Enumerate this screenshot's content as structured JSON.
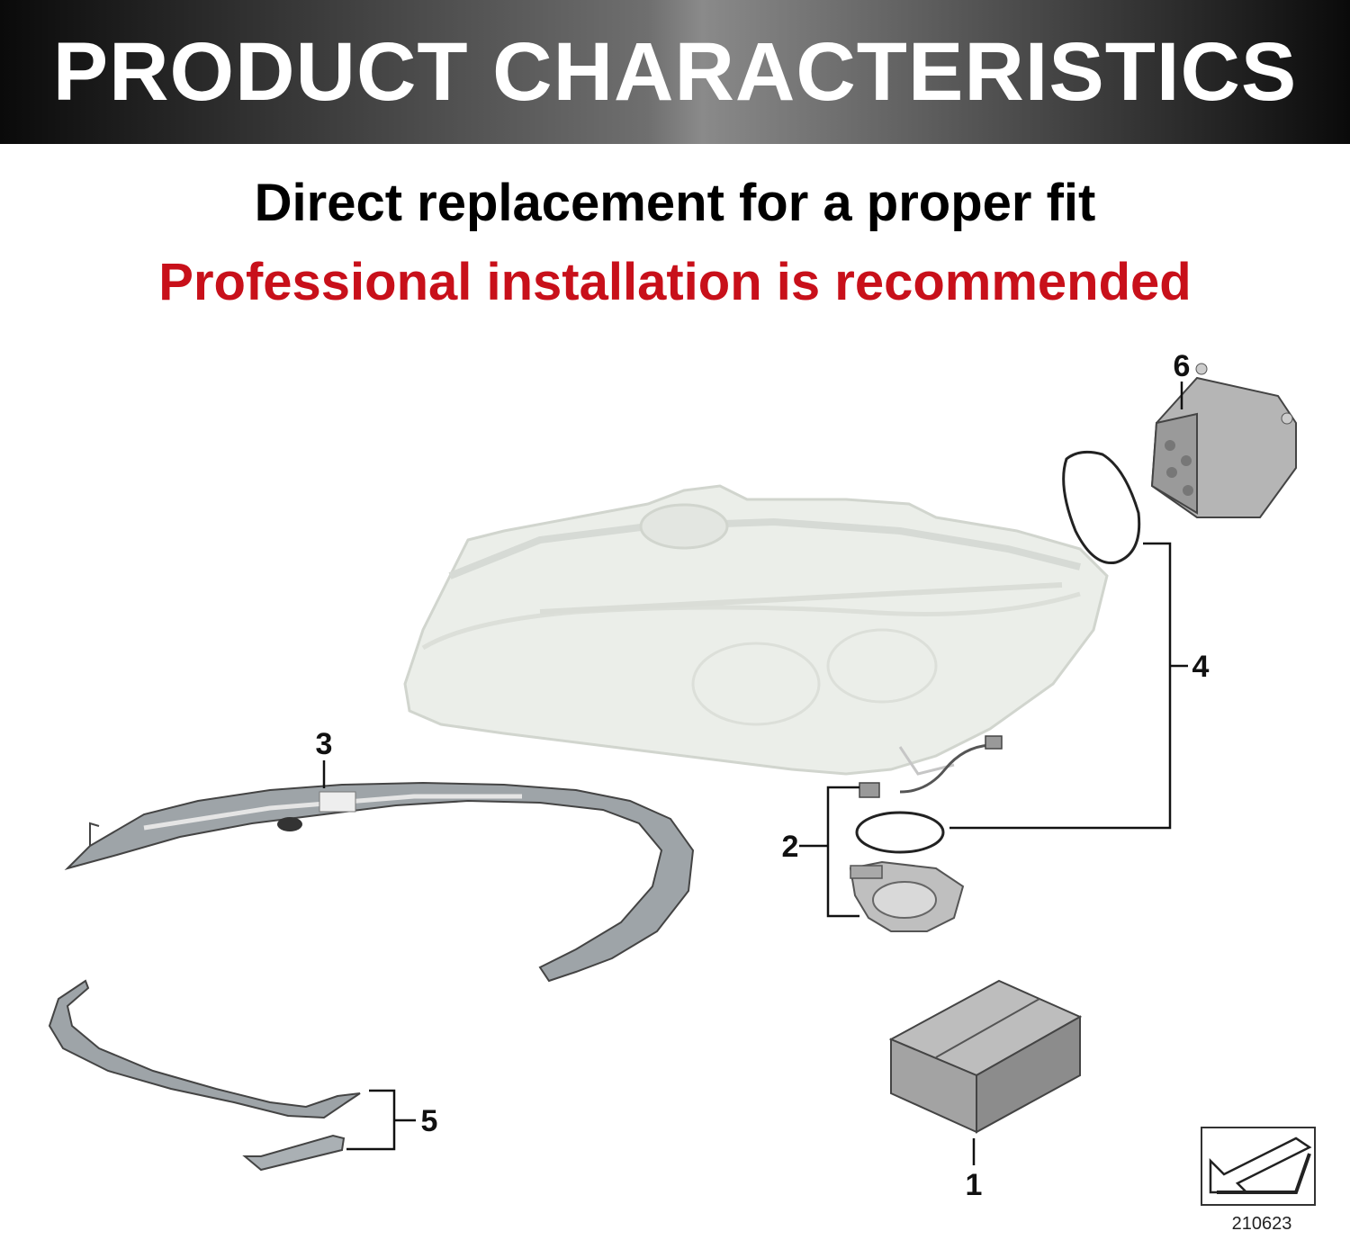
{
  "banner": {
    "title": "PRODUCT CHARACTERISTICS"
  },
  "headline": "Direct replacement for a proper fit",
  "warning": "Professional installation is recommended",
  "colors": {
    "warning": "#c8101a",
    "banner_dark": "#0a0a0a",
    "banner_light": "#8a8a8a"
  },
  "diagram": {
    "callouts": [
      "1",
      "2",
      "3",
      "4",
      "5",
      "6"
    ],
    "diagram_id": "210623"
  }
}
